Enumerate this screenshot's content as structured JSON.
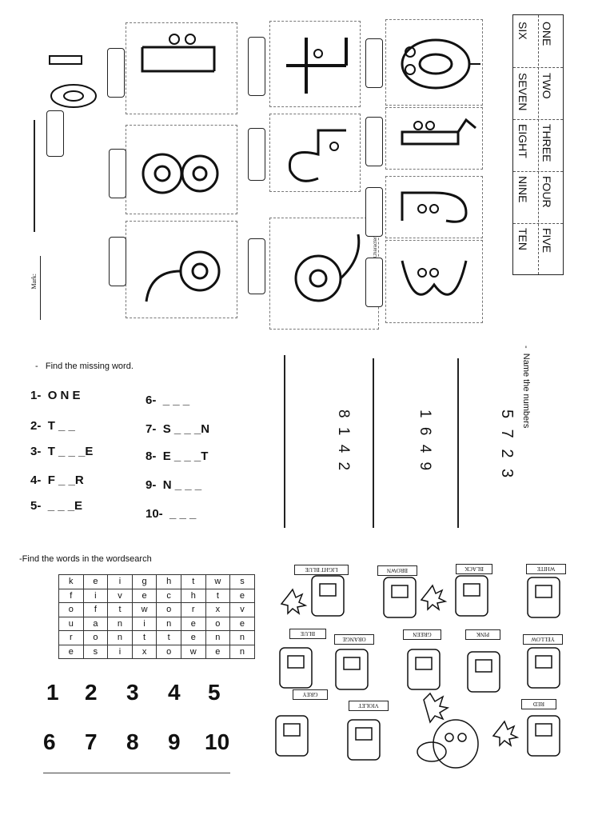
{
  "word_table": {
    "rows": [
      [
        "ONE",
        "TWO",
        "THREE",
        "FOUR",
        "FIVE"
      ],
      [
        "SIX",
        "SEVEN",
        "EIGHT",
        "NINE",
        "TEN"
      ]
    ]
  },
  "mark_label": "Mark:",
  "credit_text": "pt-123RF-Cartoon-Character-Ngu",
  "missing": {
    "instruction": "Find the missing word.",
    "items": [
      {
        "num": "1-",
        "text": "O N E"
      },
      {
        "num": "2-",
        "text": "T _ _"
      },
      {
        "num": "3-",
        "text": "T _ _ _E"
      },
      {
        "num": "4-",
        "text": "F _ _R"
      },
      {
        "num": "5-",
        "text": "_ _ _E"
      },
      {
        "num": "6-",
        "text": "_ _ _"
      },
      {
        "num": "7-",
        "text": "S _ _ _N"
      },
      {
        "num": "8-",
        "text": "E _ _ _T"
      },
      {
        "num": "9-",
        "text": "N _ _ _"
      },
      {
        "num": "10-",
        "text": "_ _ _"
      }
    ]
  },
  "name_numbers": {
    "instruction": "Name the numbers",
    "sequences": [
      "5 7 2 3",
      "1 6 4 9",
      "8 1 4 2"
    ]
  },
  "wordsearch": {
    "instruction": "-Find the words in the wordsearch",
    "grid": [
      [
        "k",
        "e",
        "i",
        "g",
        "h",
        "t",
        "w",
        "s"
      ],
      [
        "f",
        "i",
        "v",
        "e",
        "c",
        "h",
        "t",
        "e"
      ],
      [
        "o",
        "f",
        "t",
        "w",
        "o",
        "r",
        "x",
        "v"
      ],
      [
        "u",
        "a",
        "n",
        "i",
        "n",
        "e",
        "o",
        "e"
      ],
      [
        "r",
        "o",
        "n",
        "t",
        "t",
        "e",
        "n",
        "n"
      ],
      [
        "e",
        "s",
        "i",
        "x",
        "o",
        "w",
        "e",
        "n"
      ]
    ]
  },
  "digits_row1": [
    "1",
    "2",
    "3",
    "4",
    "5"
  ],
  "digits_row2": [
    "6",
    "7",
    "8",
    "9",
    "10"
  ],
  "crayons": [
    "LIGHT BLUE",
    "BROWN",
    "BLACK",
    "WHITE",
    "BLUE",
    "ORANGE",
    "GREEN",
    "PINK",
    "YELLOW",
    "GREY",
    "VIOLET",
    "RED"
  ]
}
